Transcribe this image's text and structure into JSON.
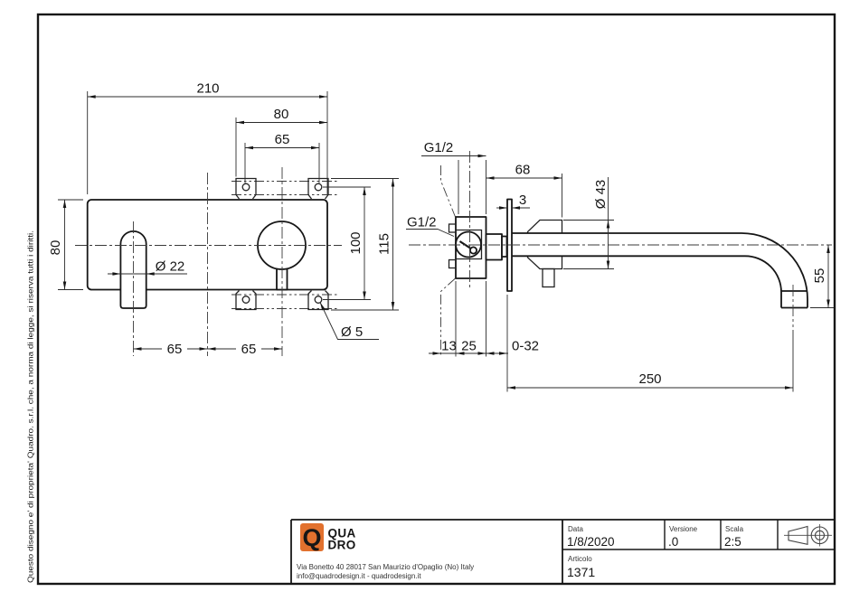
{
  "margin_note": "Questo disegno e' di proprieta' Quadro. s.r.l. che, a norma di legge, si riserva tutti i diritti.",
  "front_view": {
    "total_width": "210",
    "bracket_width": "80",
    "hole_spacing": "65",
    "plate_height": "80",
    "spout_diameter": "Ø 22",
    "spout_to_center": "65",
    "center_to_handle": "65",
    "screw_hole_diameter": "Ø 5",
    "hole_row_spacing": "100",
    "bracket_height": "115"
  },
  "side_view": {
    "top_thread": "G1/2",
    "inlet_thread": "G1/2",
    "rough_in_depth": "68",
    "plate_thickness": "3",
    "escutcheon_diameter": "Ø 43",
    "inlet_depth": "13",
    "body_depth": "25",
    "wall_range": "0-32",
    "spout_length": "250",
    "spout_drop": "55"
  },
  "title_block": {
    "logo": {
      "mark": "Q",
      "word_top": "QUA",
      "word_bottom": "DRO",
      "brand_color": "#E2712E"
    },
    "address_line1": "Via Bonetto 40  28017 San Maurizio d'Opaglio (No) Italy",
    "address_line2": "info@quadrodesign.it  -  quadrodesign.it",
    "date_label": "Data",
    "date_value": "1/8/2020",
    "version_label": "Versione",
    "version_value": ".0",
    "scale_label": "Scala",
    "scale_value": "2:5",
    "article_label": "Articolo",
    "article_value": "1371"
  }
}
